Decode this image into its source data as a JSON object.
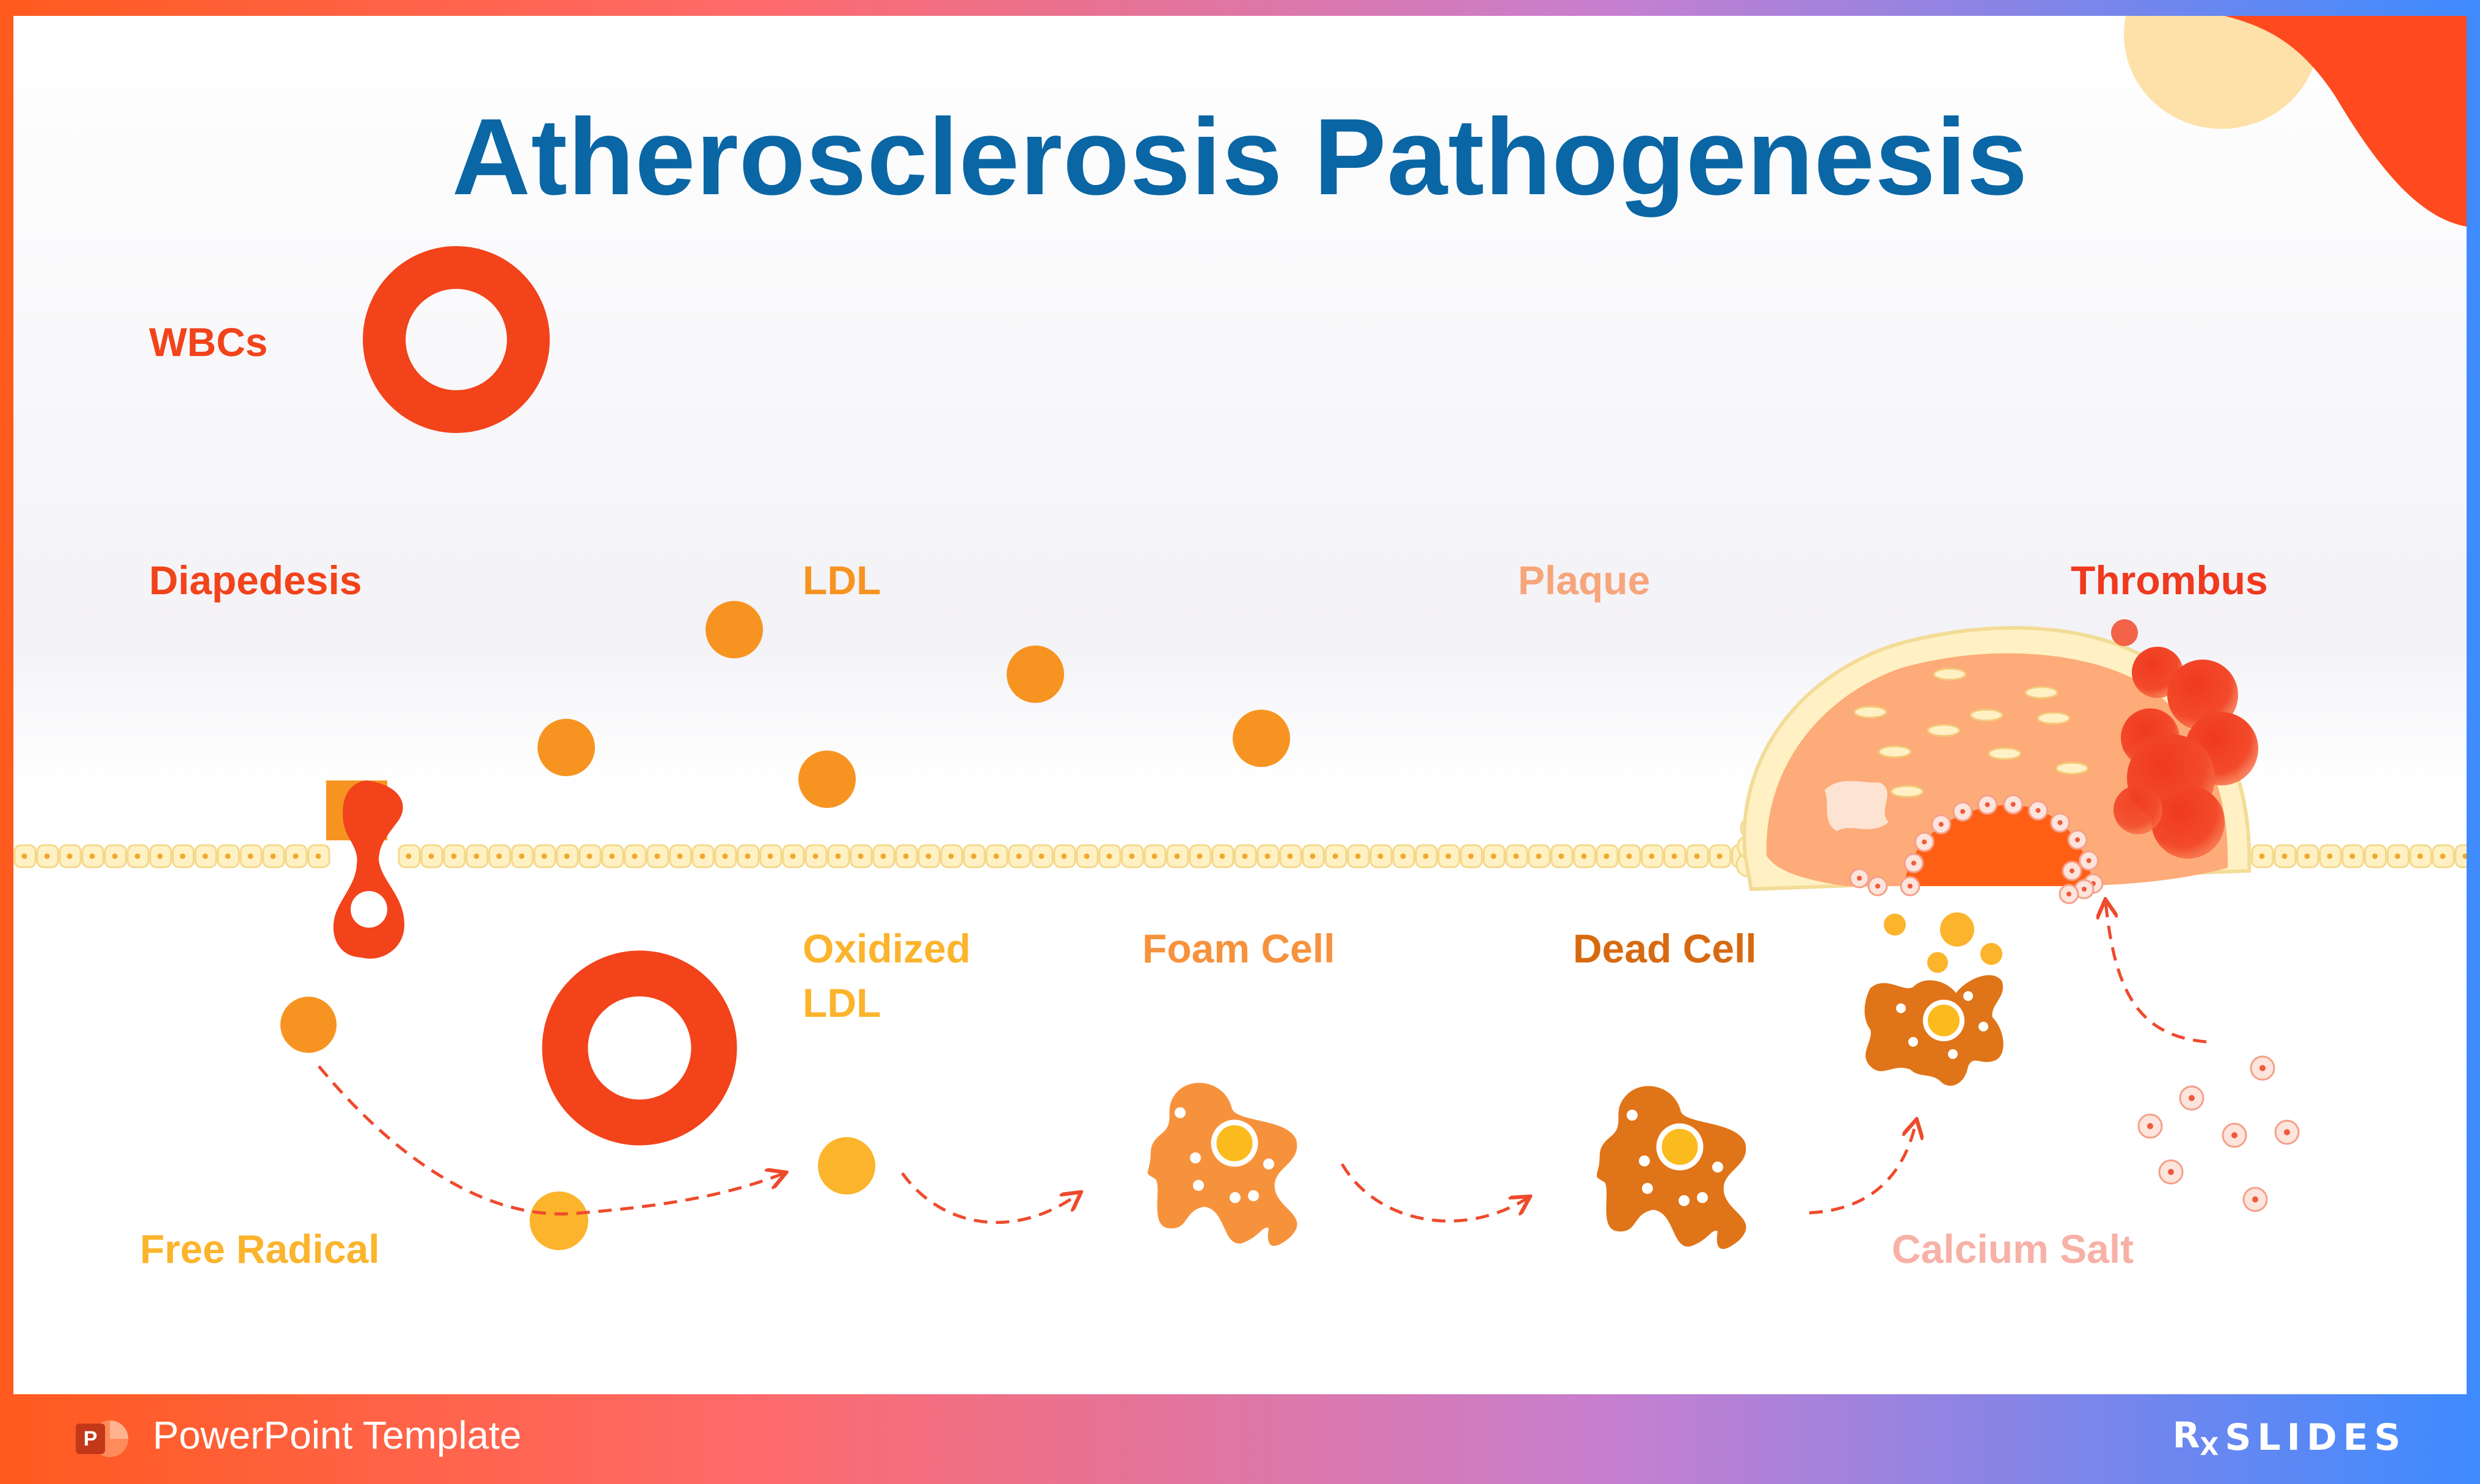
{
  "title": "Atherosclerosis Pathogenesis",
  "labels": {
    "wbcs": "WBCs",
    "diapedesis": "Diapedesis",
    "ldl": "LDL",
    "plaque": "Plaque",
    "thrombus": "Thrombus",
    "oxidized_ldl_line1": "Oxidized",
    "oxidized_ldl_line2": "LDL",
    "foam_cell": "Foam Cell",
    "dead_cell": "Dead Cell",
    "free_radical": "Free Radical",
    "calcium_salt": "Calcium Salt"
  },
  "footer": {
    "template_label": "PowerPoint Template",
    "ppt_icon_letter": "P",
    "brand_prefix": "R",
    "brand_sub": "X",
    "brand_name": "SLIDES"
  },
  "colors": {
    "title": "#0a66a4",
    "wbc_red": "#f2431a",
    "ldl_orange": "#f79421",
    "oxidized_yellow": "#fbb42c",
    "foam_cell": "#f7923c",
    "dead_cell": "#e07418",
    "plaque": "#fdab78",
    "plaque_label": "#f7a57a",
    "thrombus": "#f0391f",
    "calcium_label": "#f7b1a7",
    "endothelium": "#fff1c4",
    "arrow": "#ee4a2c"
  },
  "icons": [
    "wbc-ring-icon",
    "ldl-particle-icon",
    "foam-cell-icon",
    "dead-cell-icon",
    "thrombus-icon",
    "calcium-salt-icon",
    "powerpoint-icon",
    "dashed-arrow-icon"
  ]
}
